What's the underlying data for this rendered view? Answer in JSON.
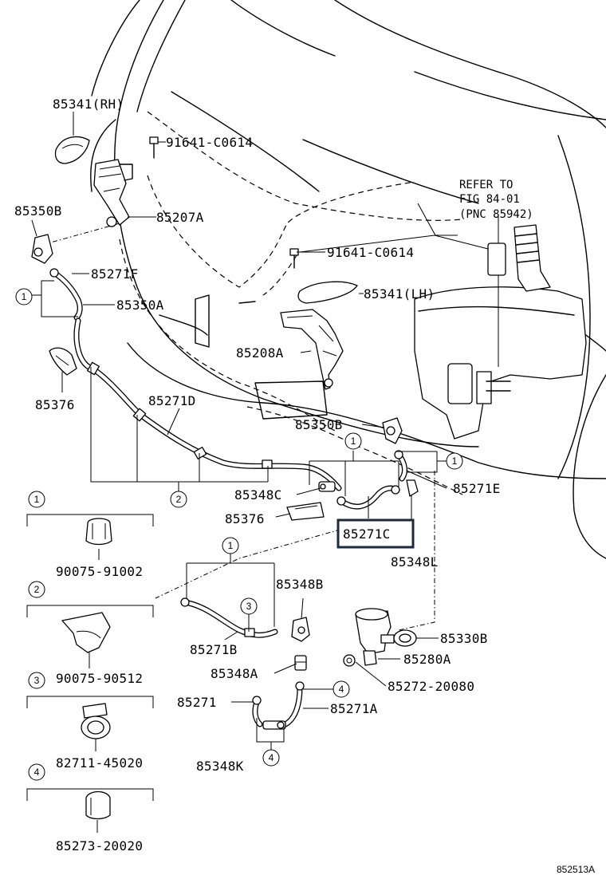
{
  "labels": {
    "p85341_rh": "85341(RH)",
    "p91641_top": "91641-C0614",
    "p85350b_left": "85350B",
    "p85207a": "85207A",
    "refer_line1": "REFER TO",
    "refer_line2": "FIG 84-01",
    "refer_line3": "(PNC 85942)",
    "p91641_mid": "91641-C0614",
    "p85271f": "85271F",
    "p85341_lh": "85341(LH)",
    "p85350a": "85350A",
    "p85208a": "85208A",
    "p85376_left": "85376",
    "p85271d": "85271D",
    "p85350b_right": "85350B",
    "p85348c": "85348C",
    "p85271e": "85271E",
    "p85376_mid": "85376",
    "p85271c": "85271C",
    "p85348l": "85348L",
    "p85348b": "85348B",
    "p85330b": "85330B",
    "p85271b": "85271B",
    "p85280a": "85280A",
    "p85348a": "85348A",
    "p85272": "85272-20080",
    "p85271": "85271",
    "p85271a": "85271A",
    "p85348k": "85348K",
    "fig_id": "852513A"
  },
  "callouts": [
    "1",
    "2",
    "3",
    "4"
  ],
  "legend": [
    {
      "num": "1",
      "part": "90075-91002"
    },
    {
      "num": "2",
      "part": "90075-90512"
    },
    {
      "num": "3",
      "part": "82711-45020"
    },
    {
      "num": "4",
      "part": "85273-20020"
    }
  ],
  "highlight_color": "#1e2a3a"
}
